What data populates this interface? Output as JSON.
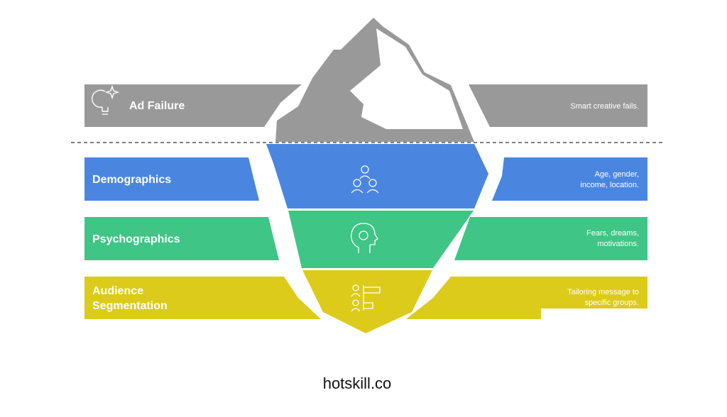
{
  "layers": [
    {
      "title": "Ad Failure",
      "description": "Smart creative fails.",
      "icon": "lightbulb-sparkle-icon",
      "color": "#999999"
    },
    {
      "title": "Demographics",
      "description": "Age, gender, income, location.",
      "icon": "people-group-icon",
      "color": "#4a86e0"
    },
    {
      "title": "Psychographics",
      "description": "Fears, dreams, motivations.",
      "icon": "head-brain-icon",
      "color": "#3fc585"
    },
    {
      "title": "Audience Segmentation",
      "description": "Tailoring message to specific groups.",
      "icon": "segmented-people-icon",
      "color": "#dccb1a"
    }
  ],
  "footer": "hotskill.co"
}
